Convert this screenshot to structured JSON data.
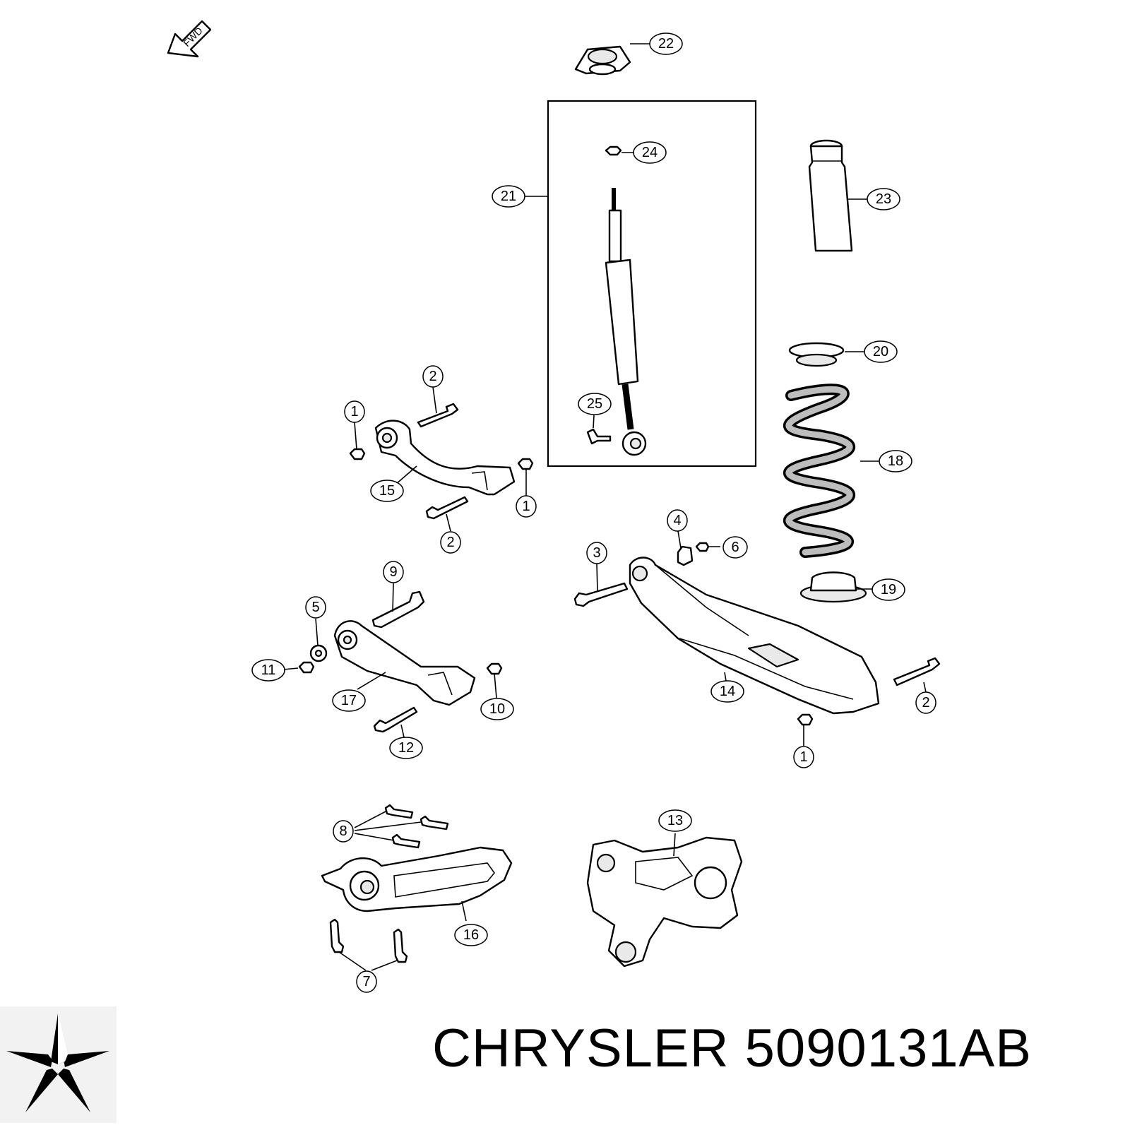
{
  "diagram": {
    "orientation_marker": "FWD",
    "callouts": [
      {
        "id": "c22a",
        "label": "22"
      },
      {
        "id": "c24",
        "label": "24"
      },
      {
        "id": "c21",
        "label": "21"
      },
      {
        "id": "c23",
        "label": "23"
      },
      {
        "id": "c20",
        "label": "20"
      },
      {
        "id": "c25",
        "label": "25"
      },
      {
        "id": "c18",
        "label": "18"
      },
      {
        "id": "c2a",
        "label": "2"
      },
      {
        "id": "c1a",
        "label": "1"
      },
      {
        "id": "c1b",
        "label": "1"
      },
      {
        "id": "c15",
        "label": "15"
      },
      {
        "id": "c2b",
        "label": "2"
      },
      {
        "id": "c4",
        "label": "4"
      },
      {
        "id": "c3",
        "label": "3"
      },
      {
        "id": "c6",
        "label": "6"
      },
      {
        "id": "c19",
        "label": "19"
      },
      {
        "id": "c9",
        "label": "9"
      },
      {
        "id": "c5",
        "label": "5"
      },
      {
        "id": "c11",
        "label": "11"
      },
      {
        "id": "c10",
        "label": "10"
      },
      {
        "id": "c17",
        "label": "17"
      },
      {
        "id": "c14",
        "label": "14"
      },
      {
        "id": "c2c",
        "label": "2"
      },
      {
        "id": "c12",
        "label": "12"
      },
      {
        "id": "c1c",
        "label": "1"
      },
      {
        "id": "c13",
        "label": "13"
      },
      {
        "id": "c8",
        "label": "8"
      },
      {
        "id": "c16",
        "label": "16"
      },
      {
        "id": "c7",
        "label": "7"
      }
    ]
  },
  "brand": {
    "logo_icon": "chrysler-pentastar-icon",
    "caption": "CHRYSLER 5090131AB"
  }
}
